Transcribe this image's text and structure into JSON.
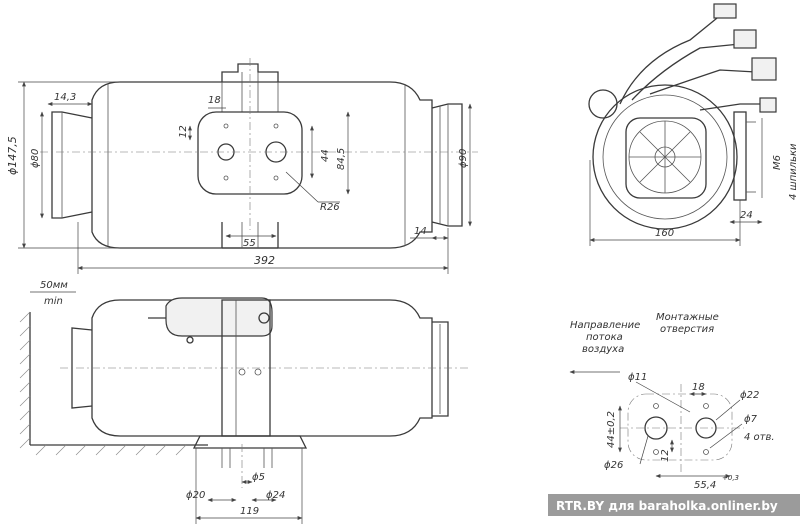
{
  "top_view": {
    "d_147_5": "ϕ147,5",
    "len_14_3": "14,3",
    "d_80": "ϕ80",
    "d_18": "18",
    "d_12": "12",
    "d_44": "44",
    "d_84_5": "84,5",
    "d_90": "ϕ90",
    "r26": "R26",
    "d_55": "55",
    "d_14": "14",
    "d_392": "392"
  },
  "end_view": {
    "m6": "M6",
    "studs": "4 шпильки",
    "d_24": "24",
    "d_160": "160"
  },
  "side_view": {
    "clearance": "50мм",
    "min": "min",
    "d_20": "ϕ20",
    "d_5": "ϕ5",
    "d_24": "ϕ24",
    "d_119": "119"
  },
  "mount_detail": {
    "airflow_line1": "Направление",
    "airflow_line2": "потока",
    "airflow_line3": "воздуха",
    "holes_line1": "Монтажные",
    "holes_line2": "отверстия",
    "d_11": "ϕ11",
    "d_18": "18",
    "d_22": "ϕ22",
    "d_7": "ϕ7",
    "holes_count": "4 отв.",
    "d_44_tol": "44±0,2",
    "d_12": "12",
    "d_26": "ϕ26",
    "d_55_4": "55,4",
    "tol_0_3": "+0,3"
  },
  "watermark": "RTR.BY для baraholka.onliner.by"
}
